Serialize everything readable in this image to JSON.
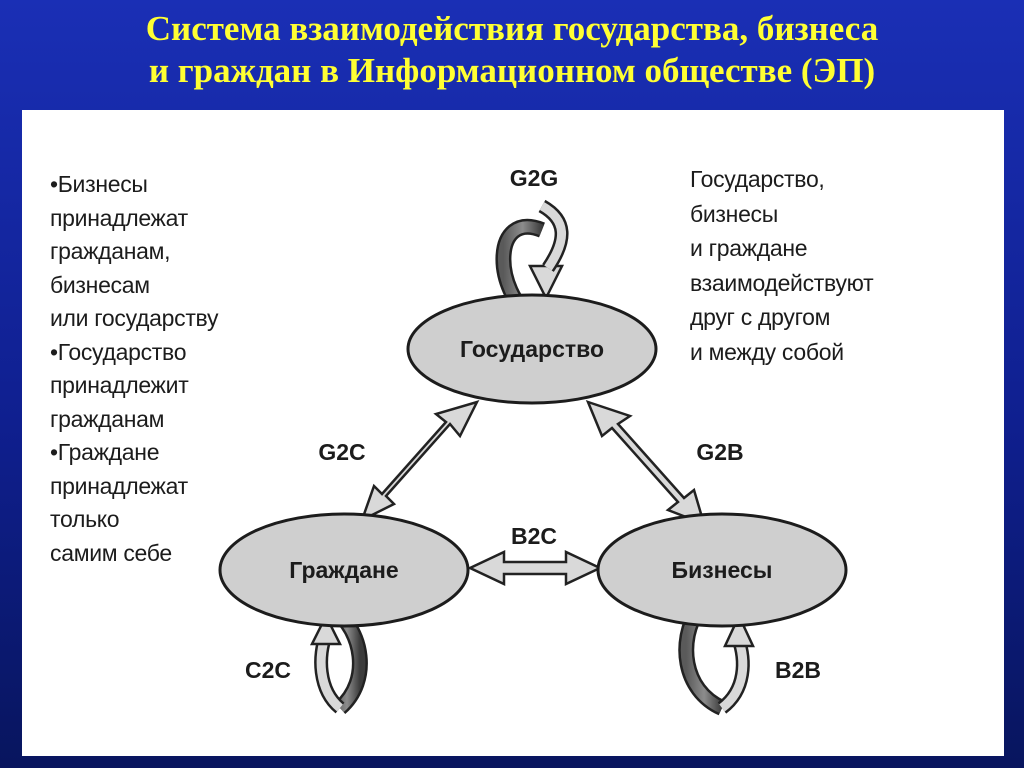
{
  "title": {
    "line1": "Система взаимодействия государства, бизнеса",
    "line2": "и граждан в Информационном обществе (ЭП)"
  },
  "left_text": [
    "•Бизнесы",
    "принадлежат",
    "гражданам,",
    "бизнесам",
    "или государству",
    "•Государство",
    "принадлежит",
    "гражданам",
    "•Граждане",
    "принадлежат",
    "только",
    "самим себе"
  ],
  "right_text": [
    "Государство,",
    "бизнесы",
    "и граждане",
    "взаимодействуют",
    "друг с другом",
    "и между собой"
  ],
  "nodes": {
    "state": "Государство",
    "citizens": "Граждане",
    "business": "Бизнесы"
  },
  "labels": {
    "g2g": "G2G",
    "g2c": "G2C",
    "g2b": "G2B",
    "b2c": "B2C",
    "c2c": "C2C",
    "b2b": "B2B"
  },
  "colors": {
    "background": "#1a2fb5",
    "title": "#ffff33",
    "node_fill": "#cfcfcf",
    "arrow_fill": "#d9d9d9"
  }
}
